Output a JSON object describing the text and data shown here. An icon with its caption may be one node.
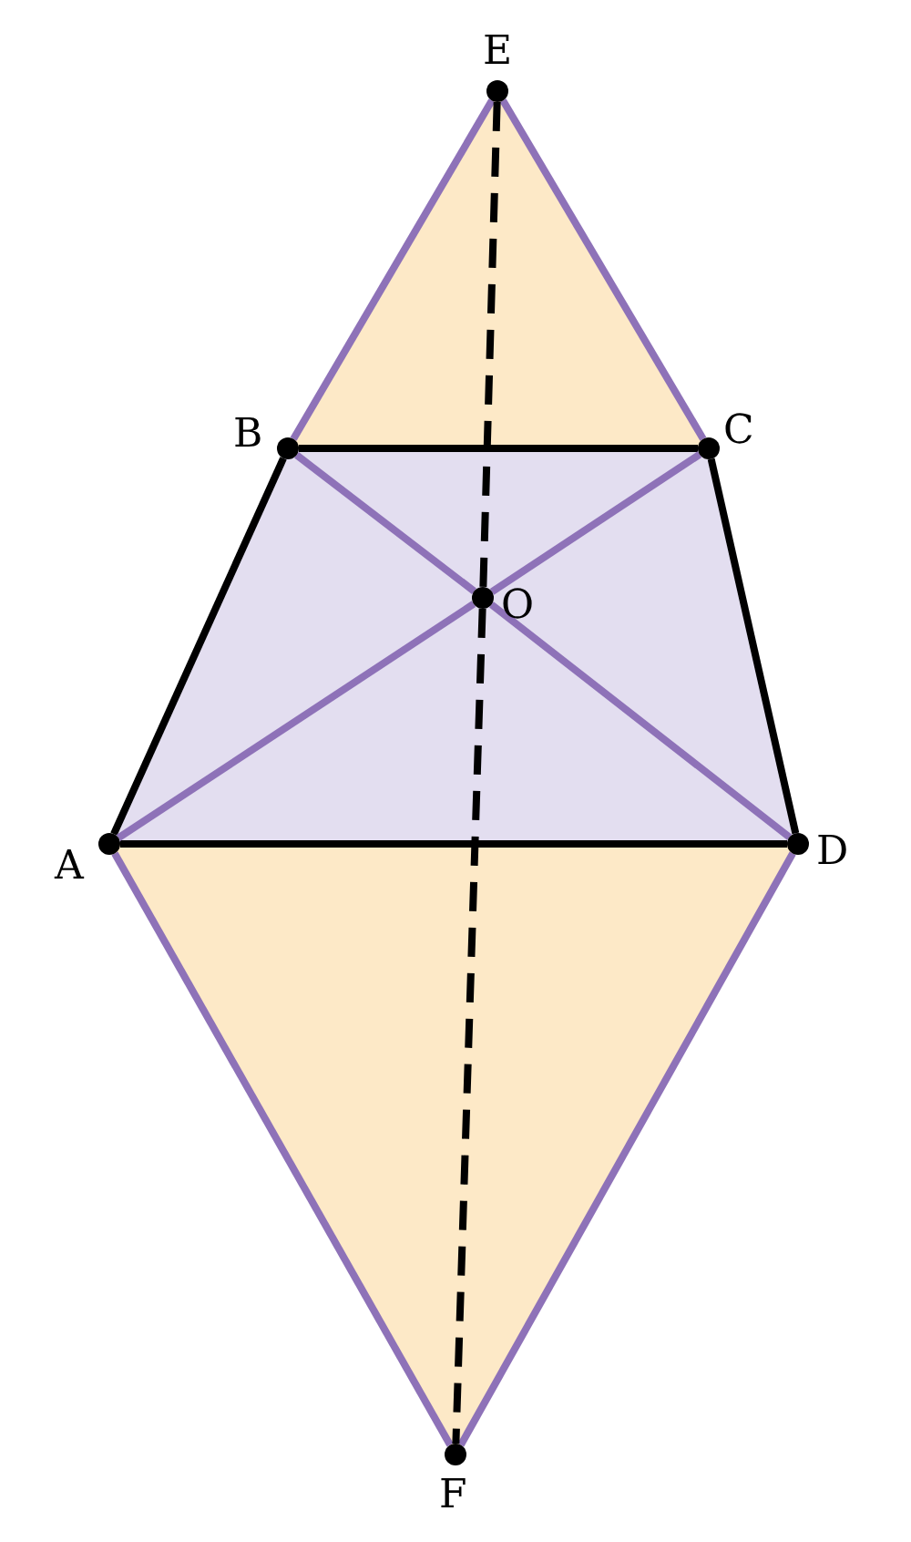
{
  "diagram": {
    "nodes": [
      {
        "text": [
          "E"
        ]
      },
      {
        "text": [
          "B"
        ]
      },
      {
        "text": [
          "C"
        ]
      },
      {
        "text": [
          "O"
        ]
      },
      {
        "text": [
          "A"
        ]
      },
      {
        "text": [
          "D"
        ]
      },
      {
        "text": [
          "F"
        ]
      }
    ],
    "edges": [
      {
        "from": 0,
        "to": 1,
        "arrow": "none"
      },
      {
        "from": 0,
        "to": 2,
        "arrow": "none"
      },
      {
        "from": 1,
        "to": 2,
        "arrow": "none",
        "color": "#000000"
      },
      {
        "from": 4,
        "to": 1,
        "arrow": "none",
        "color": "#000000"
      },
      {
        "from": 2,
        "to": 5,
        "arrow": "none",
        "color": "#000000"
      },
      {
        "from": 4,
        "to": 5,
        "arrow": "none",
        "color": "#000000"
      },
      {
        "from": 4,
        "to": 3,
        "arrow": "none"
      },
      {
        "from": 3,
        "to": 2,
        "arrow": "none"
      },
      {
        "from": 1,
        "to": 3,
        "arrow": "none"
      },
      {
        "from": 3,
        "to": 5,
        "arrow": "none"
      },
      {
        "from": 4,
        "to": 6,
        "arrow": "none"
      },
      {
        "from": 5,
        "to": 6,
        "arrow": "none"
      },
      {
        "from": 0,
        "to": 3,
        "arrow": "none",
        "style": "dashed",
        "color": "#000000"
      },
      {
        "from": 3,
        "to": 6,
        "arrow": "none",
        "style": "dashed",
        "color": "#000000"
      }
    ]
  }
}
